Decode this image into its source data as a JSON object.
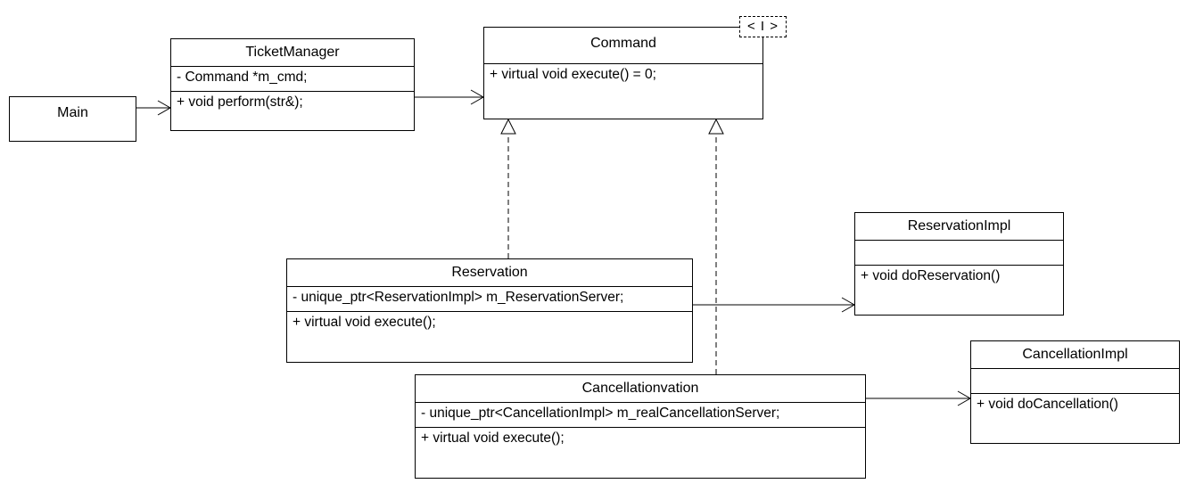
{
  "classes": {
    "main": {
      "name": "Main"
    },
    "ticket_manager": {
      "name": "TicketManager",
      "attributes": [
        "- Command *m_cmd;"
      ],
      "operations": [
        "+ void perform(str&);"
      ]
    },
    "command": {
      "name": "Command",
      "stereotype": "< I >",
      "attributes": [],
      "operations": [
        "+ virtual void execute() = 0;"
      ]
    },
    "reservation": {
      "name": "Reservation",
      "attributes": [
        "- unique_ptr<ReservationImpl> m_ReservationServer;"
      ],
      "operations": [
        "+ virtual void execute();"
      ]
    },
    "reservation_impl": {
      "name": "ReservationImpl",
      "attributes": [],
      "operations": [
        "+ void doReservation()"
      ]
    },
    "cancellation": {
      "name": "Cancellationvation",
      "attributes": [
        "- unique_ptr<CancellationImpl> m_realCancellationServer;"
      ],
      "operations": [
        "+ virtual void execute();"
      ]
    },
    "cancellation_impl": {
      "name": "CancellationImpl",
      "attributes": [],
      "operations": [
        "+ void doCancellation()"
      ]
    }
  }
}
